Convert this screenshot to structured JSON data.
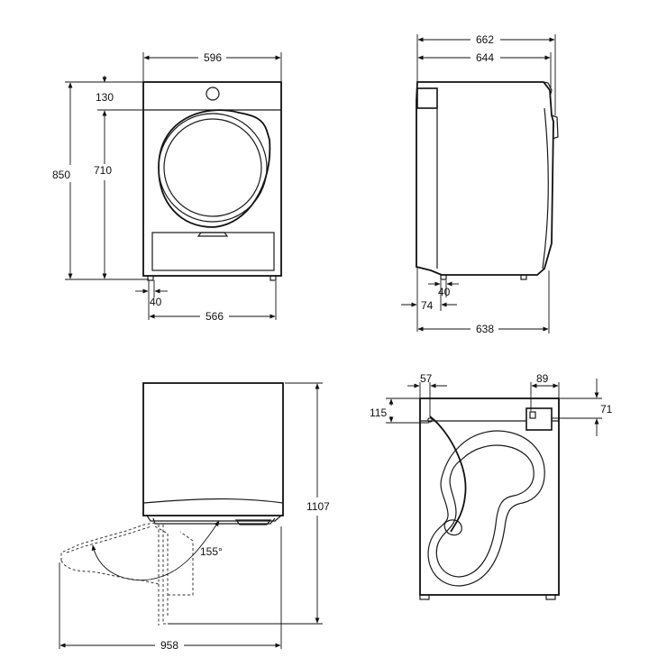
{
  "colors": {
    "line": "#111111",
    "background": "#ffffff"
  },
  "front": {
    "width": "596",
    "top_offset": "130",
    "door_height": "710",
    "total_height": "850",
    "foot_gap": "40",
    "foot_span": "566"
  },
  "side": {
    "overall_depth": "662",
    "body_depth": "644",
    "foot_inset": "40",
    "rear_offset": "74",
    "foot_span": "638"
  },
  "door_open": {
    "height": "1107",
    "width": "958",
    "angle": "155°"
  },
  "back": {
    "left_offset": "57",
    "hose_height": "115",
    "vent_width": "89",
    "vent_height": "71"
  }
}
